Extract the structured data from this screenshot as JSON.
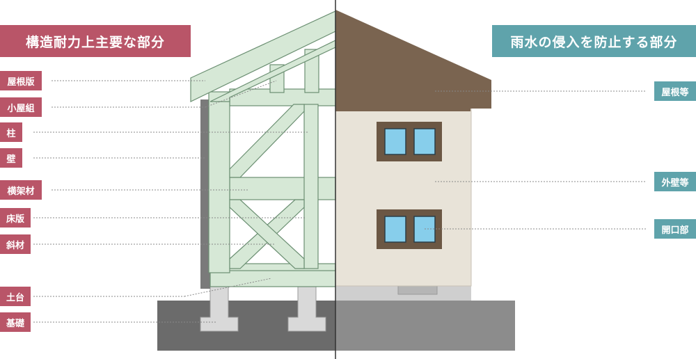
{
  "colors": {
    "structural": "#b95568",
    "waterproof": "#5fa3ab",
    "frame_fill": "#d6e8d6",
    "frame_stroke": "#6b8f72",
    "roof": "#7a6450",
    "wall": "#e8e3d8",
    "glass": "#87ceeb",
    "window_frame": "#6b5744"
  },
  "headers": {
    "structural": "構造耐力上主要な部分",
    "waterproof": "雨水の侵入を防止する部分"
  },
  "structural_labels": [
    "屋根版",
    "小屋組",
    "柱",
    "壁",
    "横架材",
    "床版",
    "斜材",
    "土台",
    "基礎"
  ],
  "waterproof_labels": [
    "屋根等",
    "外壁等",
    "開口部"
  ]
}
